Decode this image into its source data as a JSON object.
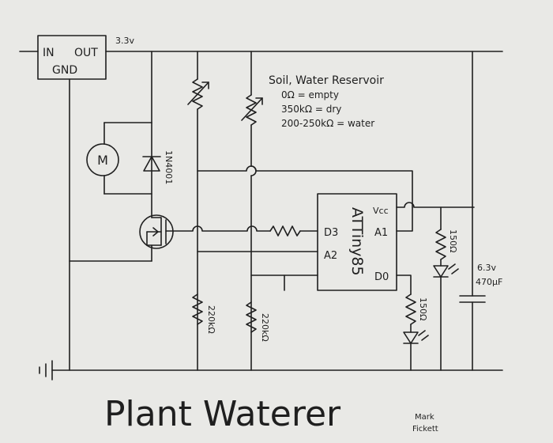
{
  "regulator": {
    "in": "IN",
    "out": "OUT",
    "gnd": "GND",
    "voltage": "3.3v"
  },
  "motor": {
    "label": "M"
  },
  "diode": {
    "label": "1N4001"
  },
  "notes": {
    "heading": "Soil, Water Reservoir",
    "line1": "0Ω = empty",
    "line2": "350kΩ = dry",
    "line3": "200-250kΩ = water"
  },
  "chip": {
    "name": "ATTiny85",
    "vcc": "Vcc",
    "a1": "A1",
    "d3": "D3",
    "a2": "A2",
    "d0": "D0"
  },
  "resistors": {
    "r1": "220kΩ",
    "r2": "220kΩ",
    "led1": "150Ω",
    "led2": "150Ω"
  },
  "capacitor": {
    "voltage": "6.3v",
    "value": "470µF"
  },
  "title": "Plant Waterer",
  "author": {
    "first": "Mark",
    "last": "Fickett"
  }
}
